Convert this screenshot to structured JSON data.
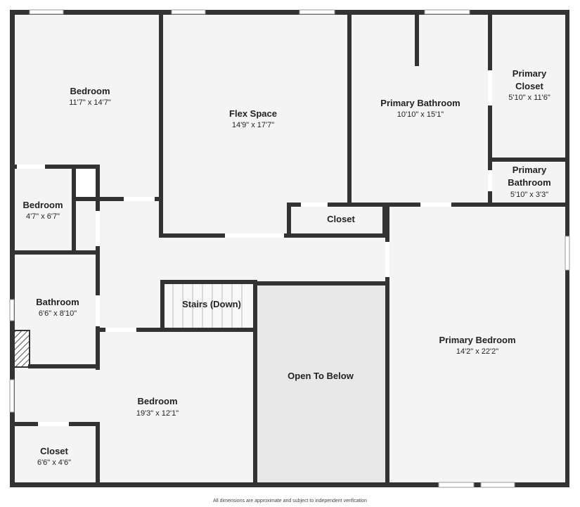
{
  "plan": {
    "rooms": [
      {
        "id": "bedroom-nw",
        "name": "Bedroom",
        "dims": "11'7\" x 14'7\""
      },
      {
        "id": "flex-space",
        "name": "Flex Space",
        "dims": "14'9\" x 17'7\""
      },
      {
        "id": "primary-bathroom-main",
        "name": "Primary Bathroom",
        "dims": "10'10\" x 15'1\""
      },
      {
        "id": "primary-closet",
        "name_line1": "Primary",
        "name_line2": "Closet",
        "dims": "5'10\" x 11'6\""
      },
      {
        "id": "primary-bathroom-small",
        "name_line1": "Primary",
        "name_line2": "Bathroom",
        "dims": "5'10\" x 3'3\""
      },
      {
        "id": "bedroom-small",
        "name": "Bedroom",
        "dims": "4'7\" x 6'7\""
      },
      {
        "id": "closet-center",
        "name": "Closet"
      },
      {
        "id": "bathroom",
        "name": "Bathroom",
        "dims": "6'6\" x 8'10\""
      },
      {
        "id": "stairs",
        "name": "Stairs (Down)"
      },
      {
        "id": "open-to-below",
        "name": "Open To Below"
      },
      {
        "id": "primary-bedroom",
        "name": "Primary Bedroom",
        "dims": "14'2\" x 22'2\""
      },
      {
        "id": "bedroom-sw",
        "name": "Bedroom",
        "dims": "19'3\" x 12'1\""
      },
      {
        "id": "closet-sw",
        "name": "Closet",
        "dims": "6'6\" x 4'6\""
      }
    ],
    "footnote": "All dimensions are approximate and subject to independent verification"
  }
}
